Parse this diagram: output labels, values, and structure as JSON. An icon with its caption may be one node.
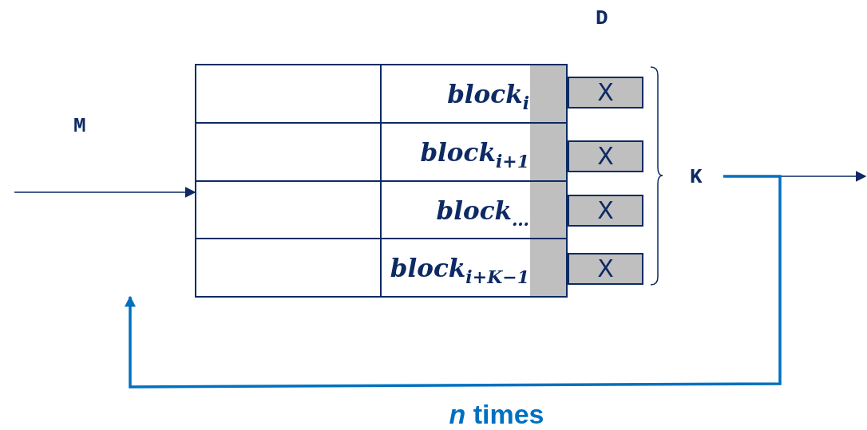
{
  "diagram": {
    "nodes": [
      {
        "text": [],
        "shape": "box"
      },
      {
        "text": [
          "block$_{i}$"
        ]
      },
      {
        "text": [
          "X"
        ]
      },
      {
        "text": [],
        "shape": "box"
      },
      {
        "text": [
          "block$_{i+1}$"
        ]
      },
      {
        "text": [
          "X"
        ]
      },
      {
        "text": [],
        "shape": "box"
      },
      {
        "text": [
          "block$_{…}$"
        ]
      },
      {
        "text": [
          "X"
        ]
      },
      {
        "text": [],
        "shape": "box"
      },
      {
        "text": [
          "block$_{i+K−1}$"
        ]
      },
      {
        "text": [
          "X"
        ]
      },
      {
        "text": [
          "K"
        ]
      }
    ],
    "edges": [
      {
        "from": null,
        "to": 6,
        "arrow": "to"
      },
      {
        "from": 12,
        "to": null,
        "arrow": "to"
      },
      {
        "from": 12,
        "to": null,
        "arrow": "to",
        "label": "*n* times",
        "style": "thick",
        "color": "#0070c0"
      }
    ],
    "labels": [
      "D",
      "M"
    ]
  }
}
